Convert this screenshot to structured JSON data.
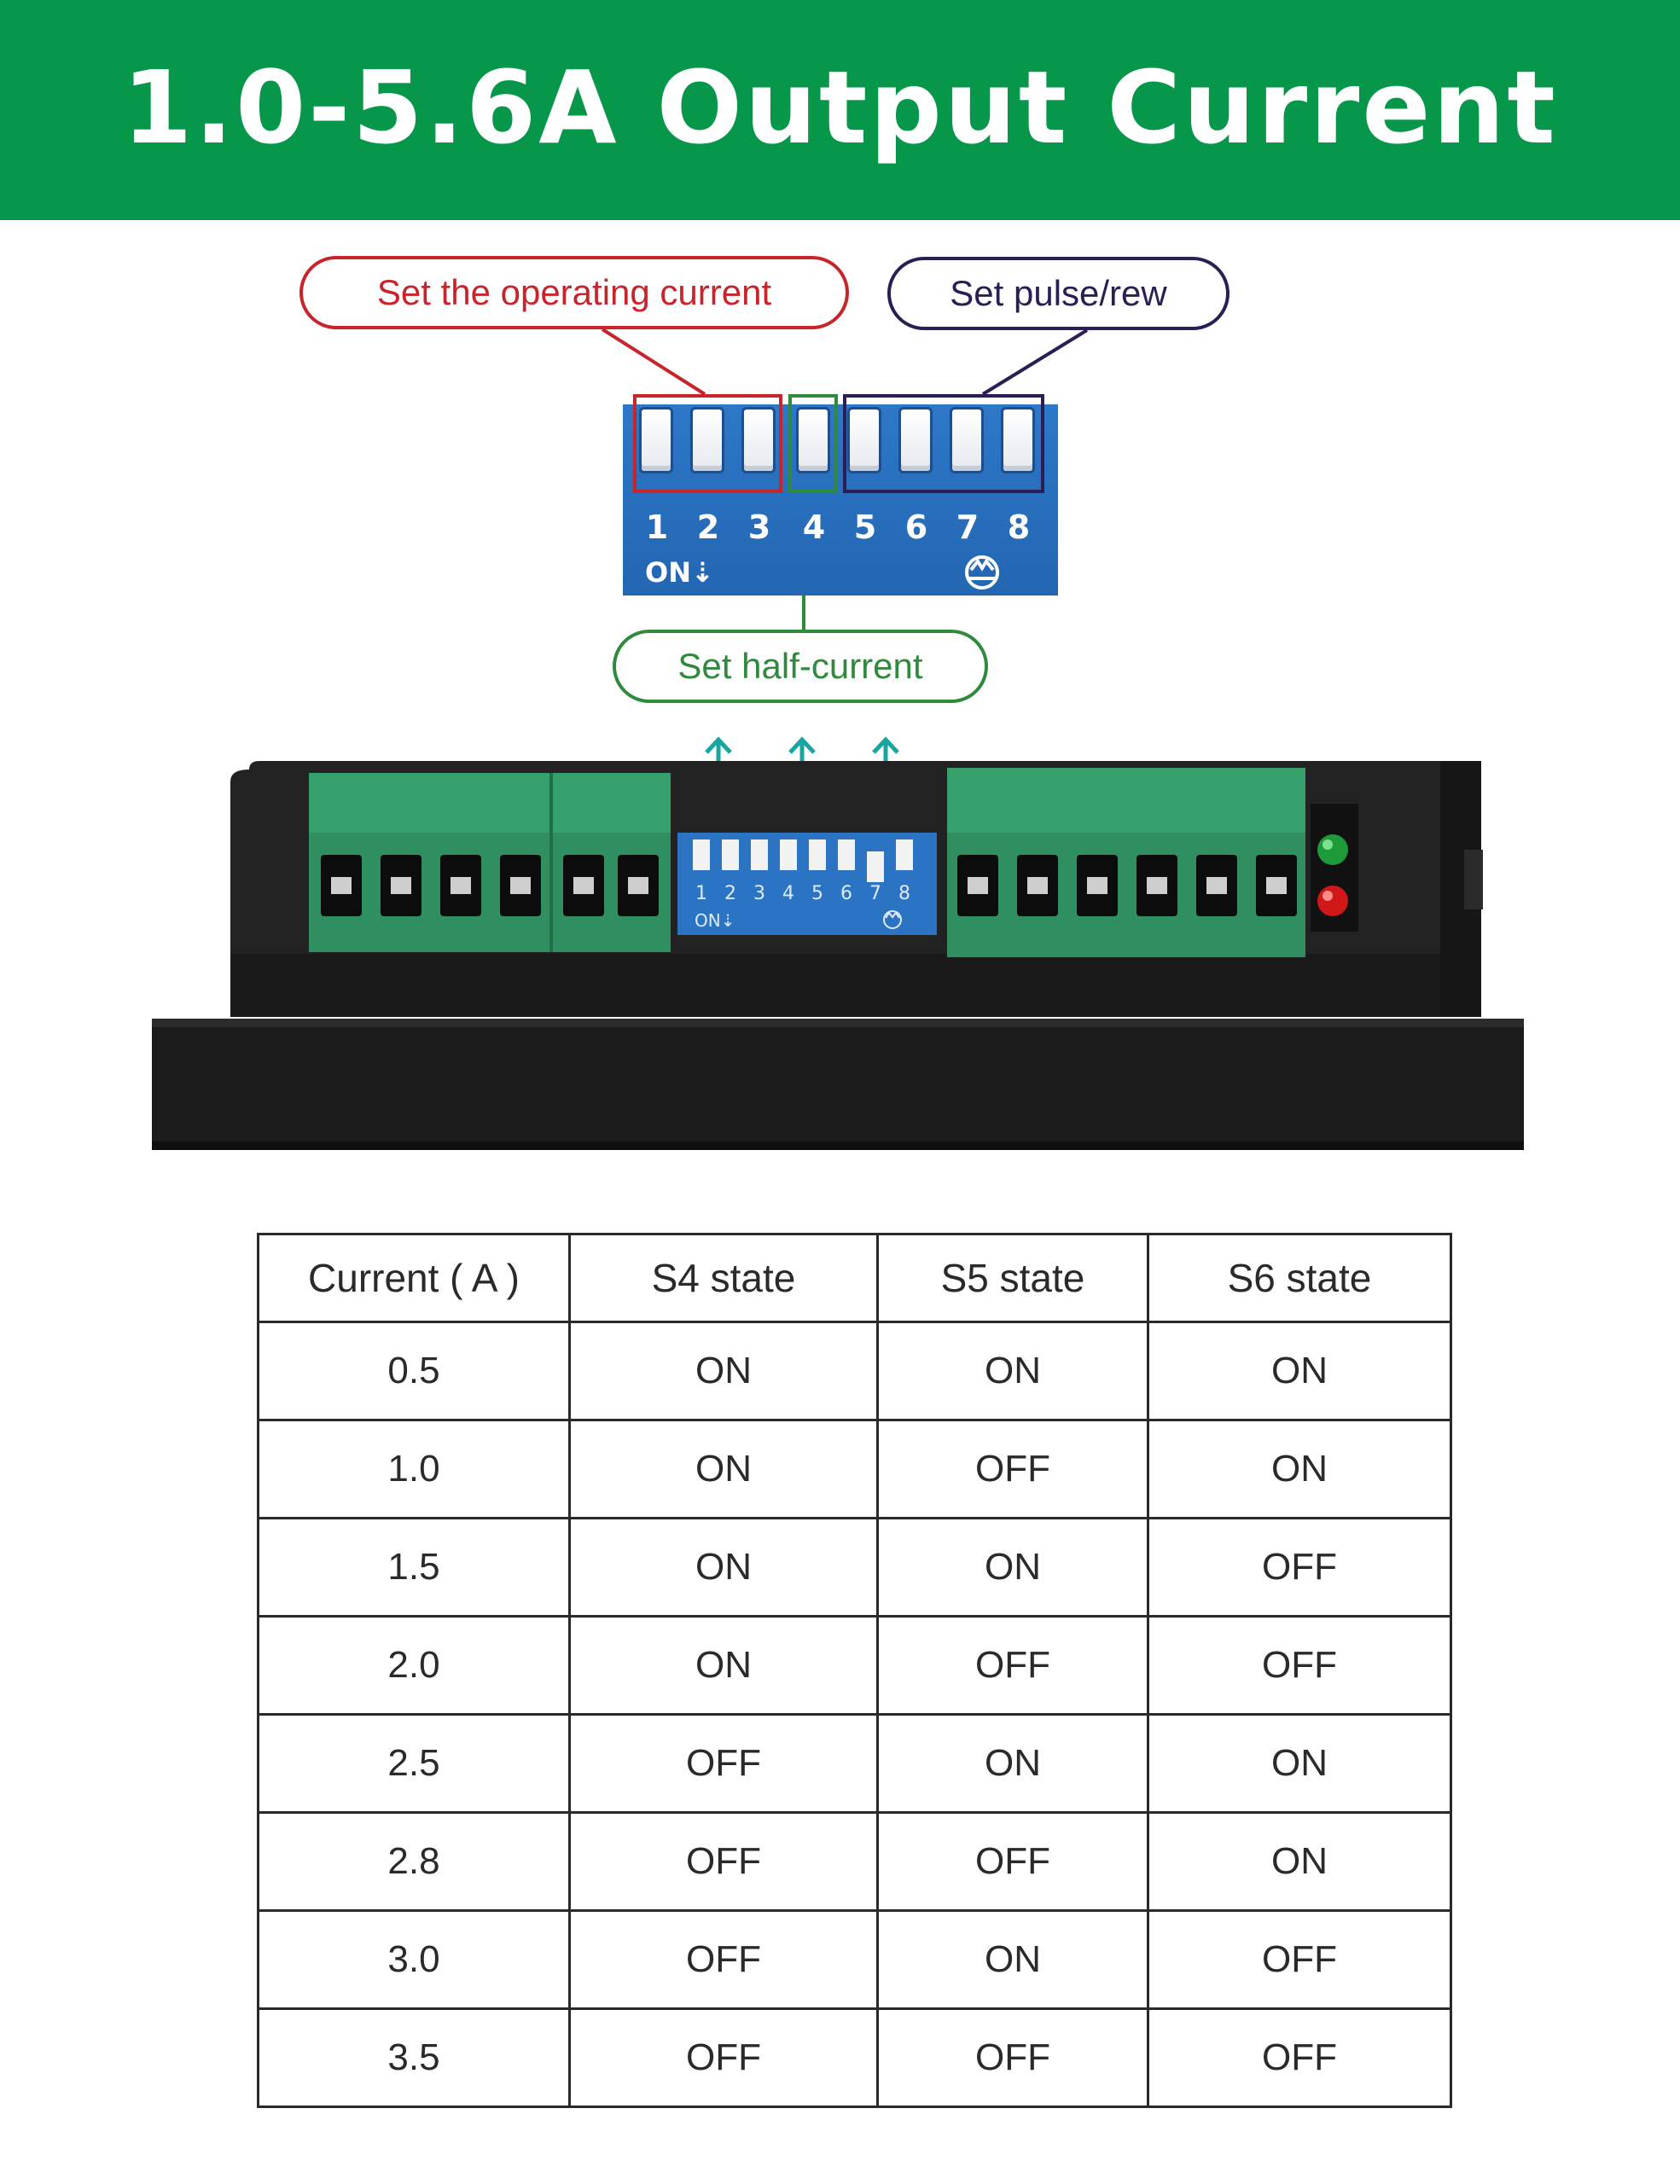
{
  "banner": {
    "title": "1.0-5.6A Output Current",
    "color": "#07974a"
  },
  "callouts": {
    "operating_current": "Set the operating current",
    "pulse": "Set pulse/rew",
    "half_current": "Set half-current"
  },
  "dip_switch": {
    "numbers": [
      "1",
      "2",
      "3",
      "4",
      "5",
      "6",
      "7",
      "8"
    ],
    "on_label": "ON⇣",
    "color": "#2366b2"
  },
  "driver": {
    "dip_numbers": [
      "1",
      "2",
      "3",
      "4",
      "5",
      "6",
      "7",
      "8"
    ],
    "dip_on_label": "ON⇣",
    "led_colors": [
      "#1f9a3a",
      "#d01818"
    ]
  },
  "table": {
    "headers": [
      "Current ( A )",
      "S4 state",
      "S5 state",
      "S6 state"
    ],
    "rows": [
      [
        "0.5",
        "ON",
        "ON",
        "ON"
      ],
      [
        "1.0",
        "ON",
        "OFF",
        "ON"
      ],
      [
        "1.5",
        "ON",
        "ON",
        "OFF"
      ],
      [
        "2.0",
        "ON",
        "OFF",
        "OFF"
      ],
      [
        "2.5",
        "OFF",
        "ON",
        "ON"
      ],
      [
        "2.8",
        "OFF",
        "OFF",
        "ON"
      ],
      [
        "3.0",
        "OFF",
        "ON",
        "OFF"
      ],
      [
        "3.5",
        "OFF",
        "OFF",
        "OFF"
      ]
    ]
  }
}
